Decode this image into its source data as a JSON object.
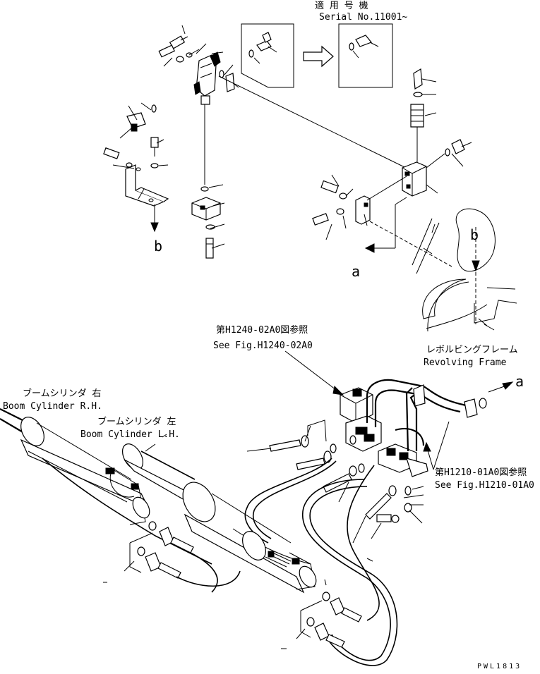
{
  "serial": {
    "applicable_jp": "適 用 号 機",
    "serial_no": "Serial No.11001~"
  },
  "callouts": {
    "letter_a_left": "a",
    "letter_a_right": "a",
    "letter_b_top": "b",
    "letter_b_bottom": "b"
  },
  "references": {
    "fig_h1240_jp": "第H1240-02A0図参照",
    "fig_h1240_en": "See Fig.H1240-02A0",
    "fig_h1210_jp": "第H1210-01A0図参照",
    "fig_h1210_en": "See Fig.H1210-01A0"
  },
  "frame": {
    "revolving_jp": "レボルビングフレーム",
    "revolving_en": "Revolving Frame"
  },
  "cylinders": {
    "right_jp": "ブームシリンダ 右",
    "right_en": "Boom Cylinder R.H.",
    "left_jp": "ブームシリンダ 左",
    "left_en": "Boom Cylinder L.H."
  },
  "footer": {
    "drawing_code": "PWL1813"
  }
}
